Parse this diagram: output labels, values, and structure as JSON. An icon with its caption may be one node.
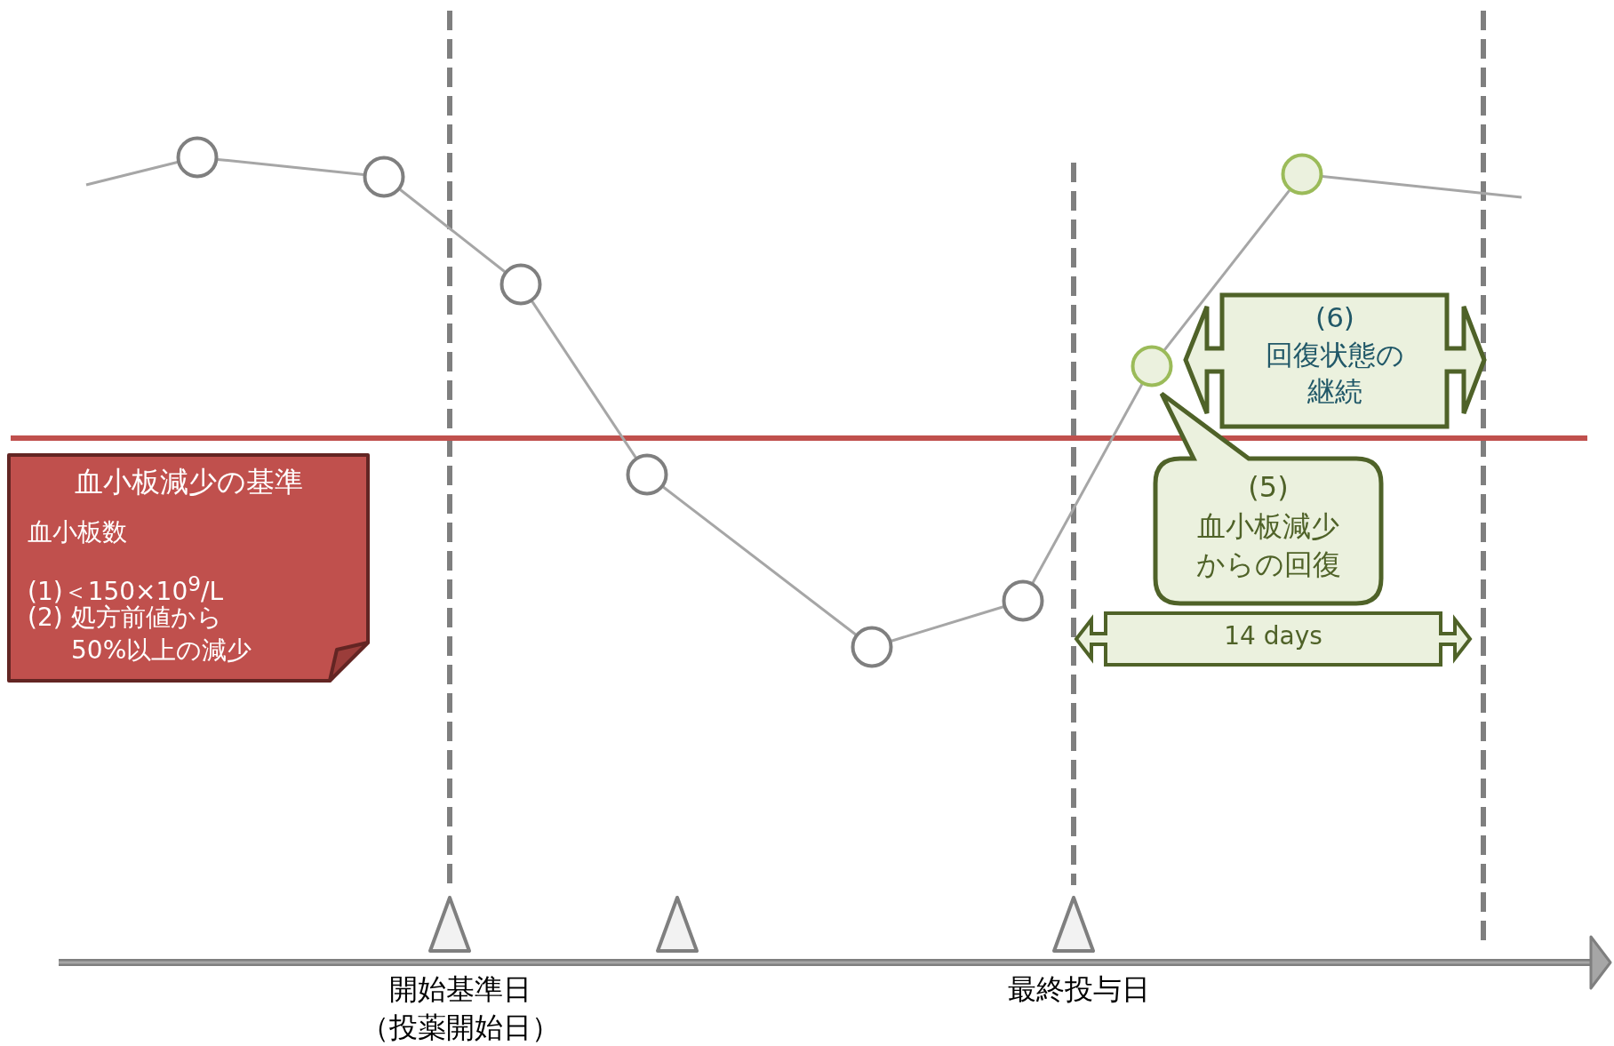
{
  "diagram": {
    "nodes": [
      {
        "text": [
          "血小板減少の基準",
          "血小板数",
          "(1)＜150×10$^{9}$/L",
          "(2) 処方前値から 50%以上の減少"
        ]
      },
      {
        "text": [],
        "shape": "circle"
      },
      {
        "text": [],
        "shape": "circle"
      },
      {
        "text": [],
        "shape": "circle"
      },
      {
        "text": [],
        "shape": "circle"
      },
      {
        "text": [],
        "shape": "circle"
      },
      {
        "text": [],
        "shape": "circle"
      },
      {
        "text": [],
        "shape": "circle"
      },
      {
        "text": [],
        "shape": "circle"
      },
      {
        "text": [
          "(6)",
          "回復状態の継続"
        ]
      },
      {
        "text": [
          "(5)",
          "血小板減少からの回復"
        ]
      },
      {
        "text": [
          "14 days"
        ]
      }
    ],
    "edges": [
      {
        "from": null,
        "to": 1,
        "arrow": "none"
      },
      {
        "from": 1,
        "to": 2,
        "arrow": "none"
      },
      {
        "from": 2,
        "to": 3,
        "arrow": "none"
      },
      {
        "from": 3,
        "to": 4,
        "arrow": "none"
      },
      {
        "from": 4,
        "to": 5,
        "arrow": "none"
      },
      {
        "from": 5,
        "to": 6,
        "arrow": "none"
      },
      {
        "from": 6,
        "to": 7,
        "arrow": "none"
      },
      {
        "from": 7,
        "to": 8,
        "arrow": "none"
      },
      {
        "from": 8,
        "to": null,
        "arrow": "none"
      }
    ],
    "labels": [
      "開始基準日",
      "（投薬開始日）",
      "最終投与日"
    ]
  }
}
